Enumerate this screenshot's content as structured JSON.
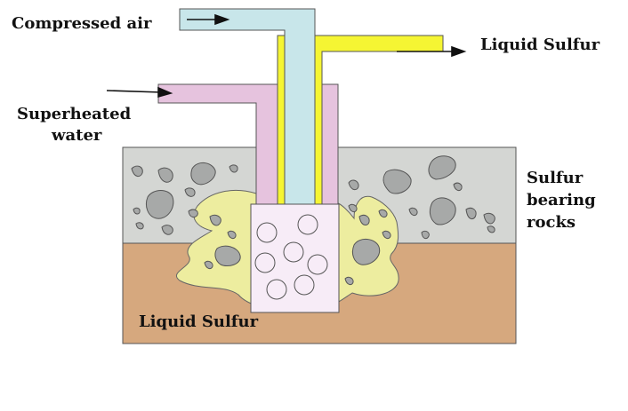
{
  "labels": {
    "compressed_air": "Compressed air",
    "liquid_sulfur_out": "Liquid Sulfur",
    "superheated_line1": "Superheated",
    "superheated_line2": "water",
    "sulfur_line1": "Sulfur",
    "sulfur_line2": "bearing",
    "sulfur_line3": "rocks",
    "liquid_sulfur_pool": "Liquid Sulfur"
  },
  "colors": {
    "compressed_air_pipe": "#c8e6ea",
    "liquid_sulfur_pipe": "#f5f533",
    "superheated_water_pipe": "#e6c3de",
    "rock_layer": "#d4d6d3",
    "soil_layer": "#d6a87e",
    "liquid_sulfur_pool": "#eded9f",
    "rock": "#a7a9a8",
    "nozzle_chamber": "#f7ecf7"
  }
}
